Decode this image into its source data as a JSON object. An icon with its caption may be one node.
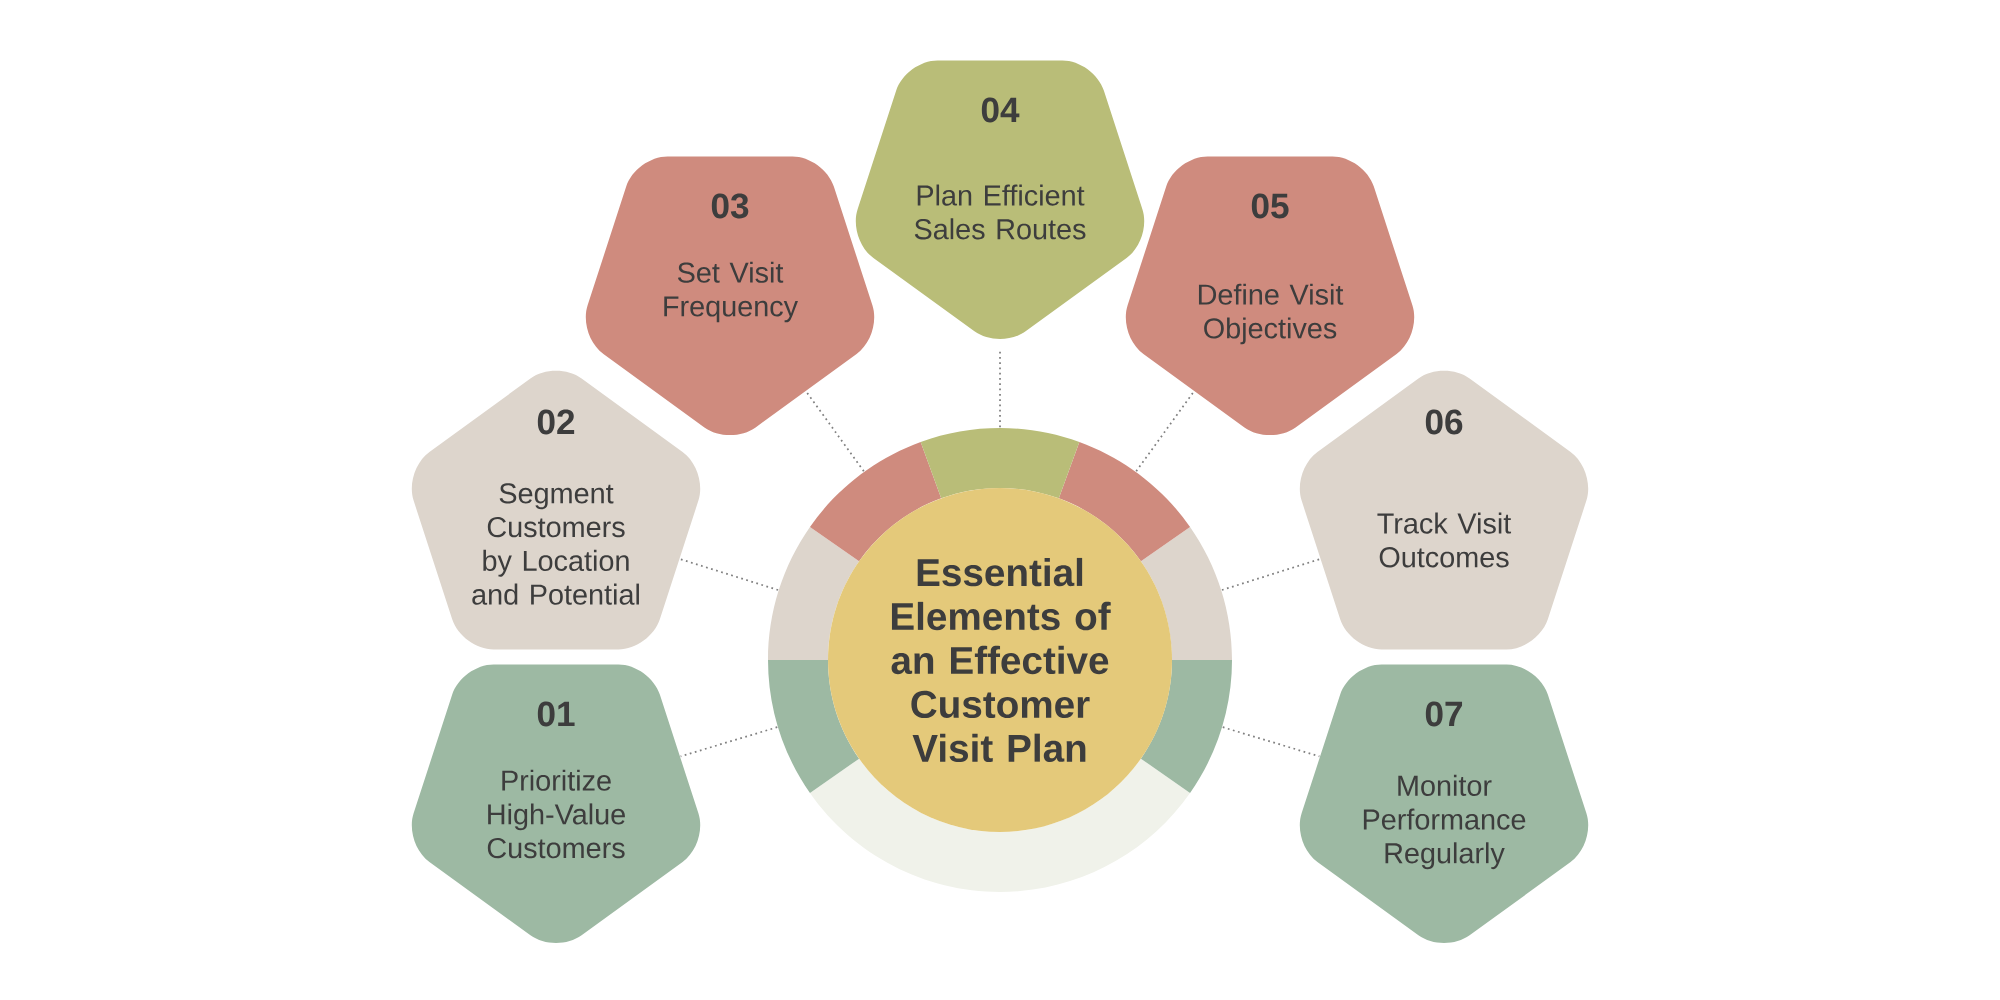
{
  "diagram": {
    "nodes": [
      {
        "text": [
          "Essential Elements of an Effective Customer Visit Plan"
        ]
      },
      {
        "text": [
          "01",
          "Prioritize High-Value Customers"
        ]
      },
      {
        "text": [
          "02",
          "Segment Customers by Location and Potential"
        ]
      },
      {
        "text": [
          "03",
          "Set Visit Frequency"
        ]
      },
      {
        "text": [
          "04",
          "Plan Efficient Sales Routes"
        ]
      },
      {
        "text": [
          "05",
          "Define Visit Objectives"
        ]
      },
      {
        "text": [
          "06",
          "Track Visit Outcomes"
        ]
      },
      {
        "text": [
          "07",
          "Monitor Performance Regularly"
        ]
      }
    ],
    "edges": [
      {
        "from": 0,
        "to": 1,
        "arrow": "none"
      },
      {
        "from": 0,
        "to": 2,
        "arrow": "none"
      },
      {
        "from": 0,
        "to": 3,
        "arrow": "none"
      },
      {
        "from": 0,
        "to": 4,
        "arrow": "none"
      },
      {
        "from": 0,
        "to": 5,
        "arrow": "none"
      },
      {
        "from": 0,
        "to": 6,
        "arrow": "none"
      },
      {
        "from": 0,
        "to": 7,
        "arrow": "none"
      }
    ]
  }
}
